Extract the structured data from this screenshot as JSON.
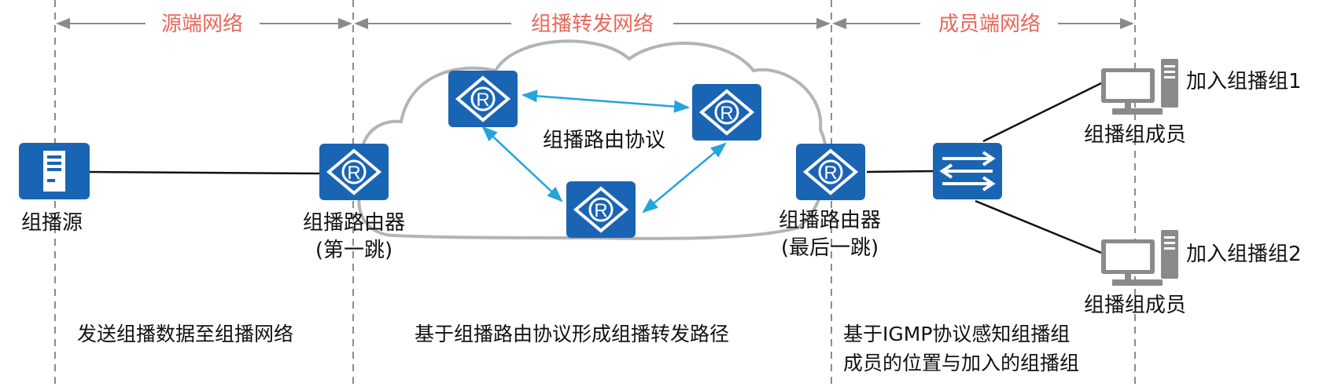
{
  "zones": {
    "source": "源端网络",
    "forwarding": "组播转发网络",
    "member": "成员端网络"
  },
  "nodes": {
    "source_server": "组播源",
    "first_hop_router": {
      "line1": "组播路由器",
      "line2": "(第一跳)"
    },
    "last_hop_router": {
      "line1": "组播路由器",
      "line2": "(最后一跳)"
    },
    "member1": {
      "join": "加入组播组1",
      "caption": "组播组成员"
    },
    "member2": {
      "join": "加入组播组2",
      "caption": "组播组成员"
    }
  },
  "cloud": {
    "protocol_label": "组播路由协议"
  },
  "router_glyph": "R",
  "descriptions": {
    "source": "发送组播数据至组播网络",
    "forwarding": "基于组播路由协议形成组播转发路径",
    "member_line1": "基于IGMP协议感知组播组",
    "member_line2": "成员的位置与加入的组播组"
  },
  "colors": {
    "device_blue": "#1a64b4",
    "zone_title": "#e8675a",
    "cloud_stroke": "#b4b4b4",
    "link_cyan": "#23a4dc",
    "divider": "#8c8c8c",
    "terminal_gray": "#8a8a8a"
  },
  "icons": [
    "server-icon",
    "router-icon",
    "switch-icon",
    "pc-icon"
  ]
}
